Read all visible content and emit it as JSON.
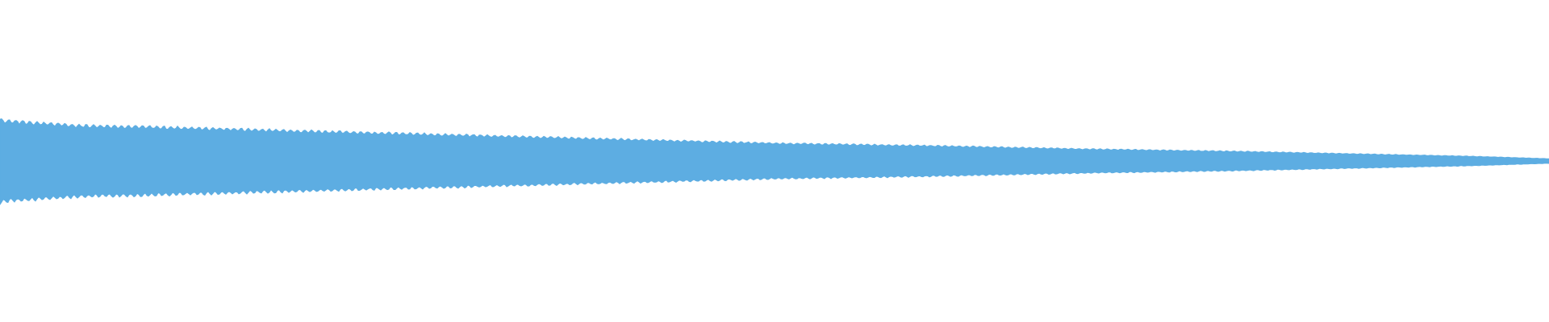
{
  "chart_data": {
    "type": "area",
    "title": "",
    "xlabel": "",
    "ylabel": "",
    "grid": false,
    "legend": "none",
    "color": "#5dade2",
    "ylim": [
      -1,
      1
    ],
    "series": [
      {
        "x": [
          0,
          0.002,
          0.05,
          0.1,
          0.2,
          0.3,
          0.4,
          0.5,
          0.6,
          0.7,
          0.8,
          0.9,
          0.95,
          1.0
        ],
        "values": [
          0.52,
          0.5,
          0.44,
          0.42,
          0.37,
          0.32,
          0.27,
          0.22,
          0.19,
          0.15,
          0.12,
          0.08,
          0.06,
          0.03
        ]
      }
    ]
  }
}
